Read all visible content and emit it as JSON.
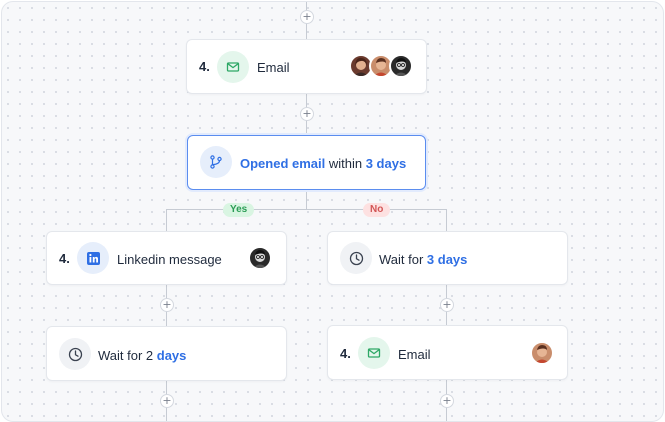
{
  "colors": {
    "accent": "#2f6fe4",
    "connector": "#c6cbd3",
    "yes_bg": "#d9f5e2",
    "yes_text": "#2c9d56",
    "no_bg": "#fde1e1",
    "no_text": "#d25555"
  },
  "add_step_symbol": "+",
  "nodes": {
    "email_top": {
      "step": "4.",
      "label": "Email",
      "icon": "mail-icon",
      "avatars": 3
    },
    "condition": {
      "icon": "branch-icon",
      "highlight": "Opened email",
      "middle": " within ",
      "duration": "3 days"
    },
    "branch_yes": {
      "label": "Yes"
    },
    "branch_no": {
      "label": "No"
    },
    "linkedin": {
      "step": "4.",
      "label": "Linkedin message",
      "icon": "linkedin-icon",
      "avatars": 1
    },
    "wait_left": {
      "prefix": "Wait for 2 ",
      "duration": "days",
      "icon": "clock-icon"
    },
    "wait_right": {
      "prefix": "Wait for ",
      "duration": "3 days",
      "icon": "clock-icon"
    },
    "email_bottom": {
      "step": "4.",
      "label": "Email",
      "icon": "mail-icon",
      "avatars": 1
    }
  }
}
